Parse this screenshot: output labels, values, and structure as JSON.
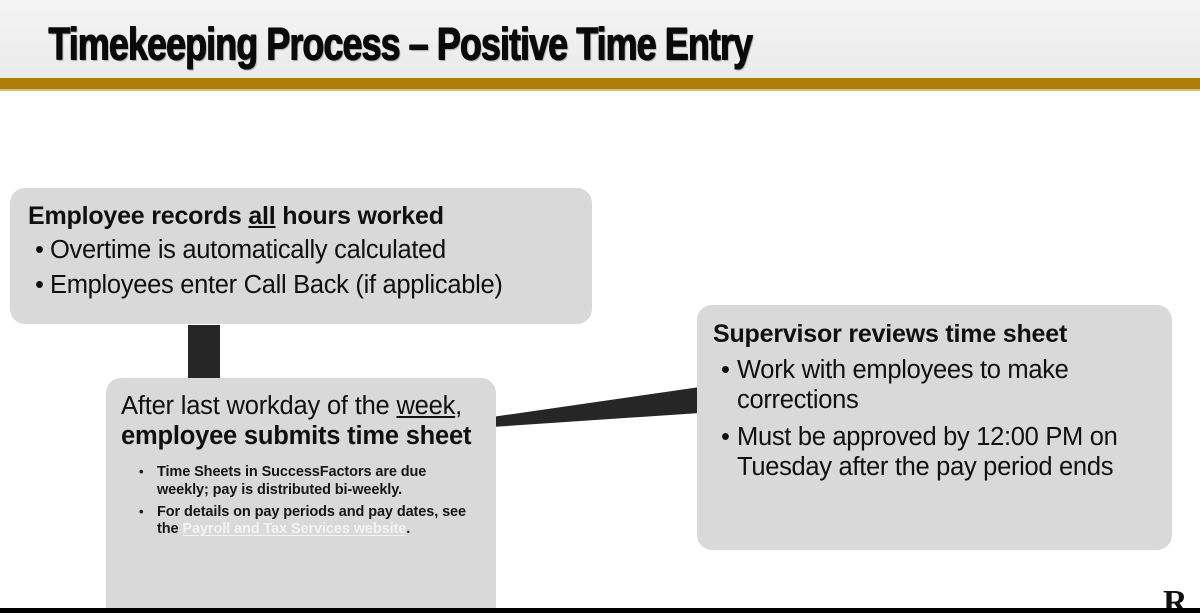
{
  "slide": {
    "title": "Timekeeping Process – Positive Time Entry",
    "accent_gold": "#ad7f0a",
    "accent_gold_highlight": "#d8bf78",
    "box_fill": "#d9d9d9",
    "connector_color": "#262626",
    "header_background": "#efefef"
  },
  "boxes": {
    "employee_records": {
      "heading_part1": "Employee records ",
      "heading_underlined": "all",
      "heading_part2": " hours worked",
      "bullet_mark": "•",
      "bullets": [
        "Overtime is automatically calculated",
        "Employees enter Call Back (if applicable)"
      ]
    },
    "employee_submits": {
      "heading_part1": "After last workday of the ",
      "heading_underlined": "week",
      "heading_part2": ", ",
      "heading_bold": "employee submits time sheet",
      "sub_bullet_mark": "•",
      "sub_bullets": [
        {
          "text_before": "Time Sheets in SuccessFactors are due weekly; pay is distributed bi-weekly.",
          "link": "",
          "text_after": ""
        },
        {
          "text_before": "For details on pay periods and pay dates, see the ",
          "link": "Payroll and Tax Services website",
          "text_after": "."
        }
      ]
    },
    "supervisor_reviews": {
      "heading": "Supervisor reviews time sheet",
      "bullet_mark": "•",
      "bullets": [
        "Work with employees to make corrections",
        "Must be approved by 12:00 PM on Tuesday after the pay period ends"
      ]
    }
  },
  "footer": {
    "corner_logo_letter": "R"
  }
}
